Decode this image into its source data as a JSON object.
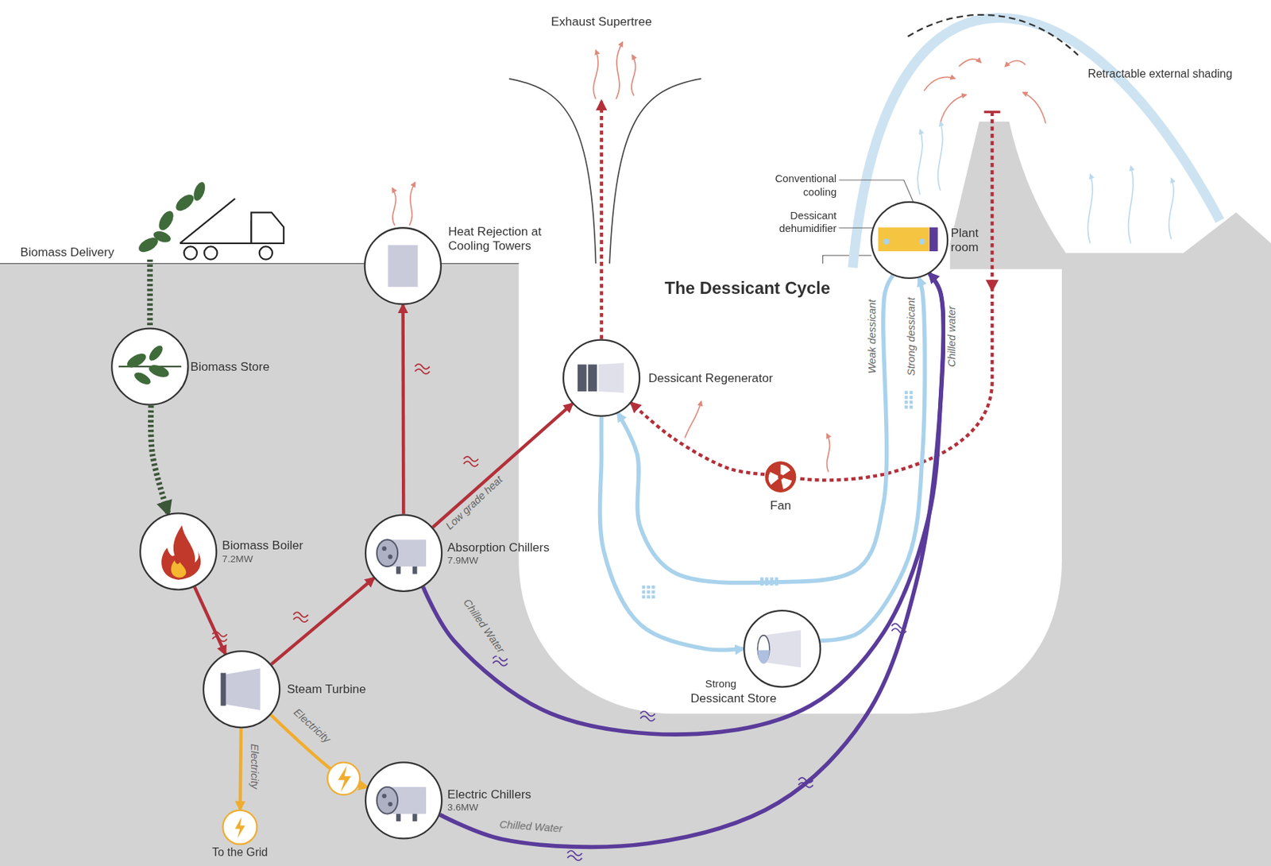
{
  "diagram": {
    "title": "The Dessicant Cycle",
    "nodes": [
      {
        "text": [
          "Exhaust Supertree"
        ]
      },
      {
        "text": [
          "Heat Rejection at Cooling Towers"
        ]
      },
      {
        "text": [
          "Plant room"
        ]
      },
      {
        "text": [
          "Biomass Store"
        ]
      },
      {
        "text": [
          "Dessicant Regenerator"
        ]
      },
      {
        "text": [
          "Fan"
        ]
      },
      {
        "text": [
          "Biomass Boiler",
          "7.2MW"
        ]
      },
      {
        "text": [
          "Absorption Chillers",
          "7.9MW"
        ]
      },
      {
        "text": [
          "Strong",
          "Dessicant Store"
        ]
      },
      {
        "text": [
          "Steam Turbine"
        ]
      },
      {
        "text": [
          "Electric Chillers",
          "3.6MW"
        ]
      },
      {
        "text": [
          "To the Grid"
        ]
      }
    ],
    "edges": [
      {
        "from": 3,
        "to": 6,
        "arrow": "to"
      },
      {
        "from": 6,
        "to": 9,
        "arrow": "to"
      },
      {
        "from": 9,
        "to": 7,
        "arrow": "to"
      },
      {
        "from": 7,
        "to": 1,
        "arrow": "to"
      },
      {
        "from": 7,
        "to": 4,
        "label": "Low grade heat",
        "arrow": "to"
      },
      {
        "from": 7,
        "to": 2,
        "label": "Chilled Water",
        "arrow": "to"
      },
      {
        "from": 9,
        "to": 10,
        "label": "Electricity",
        "arrow": "to"
      },
      {
        "from": 9,
        "to": 11,
        "label": "Electricity",
        "arrow": "to"
      },
      {
        "from": 10,
        "to": 2,
        "label": "Chilled Water",
        "arrow": "to"
      },
      {
        "from": 4,
        "to": 0,
        "arrow": "to"
      },
      {
        "from": 5,
        "to": 4,
        "arrow": "to"
      },
      {
        "from": 2,
        "to": 4,
        "label": "Weak dessicant",
        "arrow": "to"
      },
      {
        "from": 4,
        "to": 8,
        "arrow": "to"
      },
      {
        "from": 8,
        "to": 2,
        "label": "Strong dessicant",
        "arrow": "to"
      }
    ],
    "labels": [
      "Biomass Delivery",
      "Retractable external shading",
      "Conventional cooling",
      "Dessicant dehumidifier",
      "Chilled water"
    ]
  }
}
